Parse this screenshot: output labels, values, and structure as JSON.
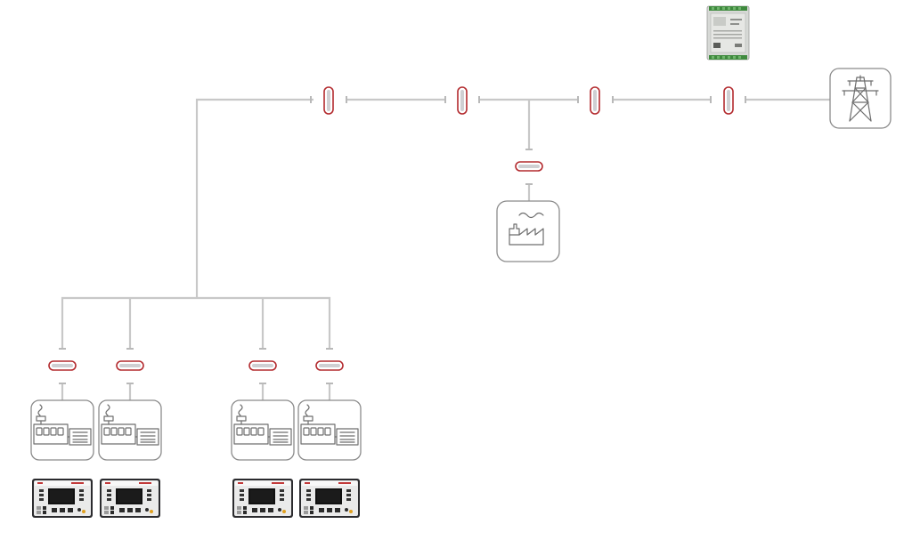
{
  "diagram": {
    "type": "single-line power diagram",
    "colors": {
      "bus_line": "#c8c8c8",
      "breaker_outline": "#b32b2f",
      "breaker_fill": "#cfcfd2",
      "icon_stroke": "#6e6e6e",
      "controller_panel": "#2b2b2e",
      "controller_screen": "#121212"
    },
    "nodes": [
      {
        "id": "mains-controller",
        "icon": "din-rail-controller-icon"
      },
      {
        "id": "utility-grid",
        "icon": "transmission-tower-icon"
      },
      {
        "id": "load",
        "icon": "factory-icon"
      },
      {
        "id": "generator-1",
        "icon": "generator-set-icon",
        "controller_icon": "genset-controller-panel-icon"
      },
      {
        "id": "generator-2",
        "icon": "generator-set-icon",
        "controller_icon": "genset-controller-panel-icon"
      },
      {
        "id": "generator-3",
        "icon": "generator-set-icon",
        "controller_icon": "genset-controller-panel-icon"
      },
      {
        "id": "generator-4",
        "icon": "generator-set-icon",
        "controller_icon": "genset-controller-panel-icon"
      }
    ],
    "breakers": [
      {
        "id": "bus-breaker-1",
        "orientation": "vertical"
      },
      {
        "id": "bus-breaker-2",
        "orientation": "vertical"
      },
      {
        "id": "bus-breaker-3",
        "orientation": "vertical"
      },
      {
        "id": "mains-breaker",
        "orientation": "vertical"
      },
      {
        "id": "load-breaker",
        "orientation": "horizontal"
      },
      {
        "id": "generator-breaker-1",
        "orientation": "horizontal"
      },
      {
        "id": "generator-breaker-2",
        "orientation": "horizontal"
      },
      {
        "id": "generator-breaker-3",
        "orientation": "horizontal"
      },
      {
        "id": "generator-breaker-4",
        "orientation": "horizontal"
      }
    ]
  }
}
